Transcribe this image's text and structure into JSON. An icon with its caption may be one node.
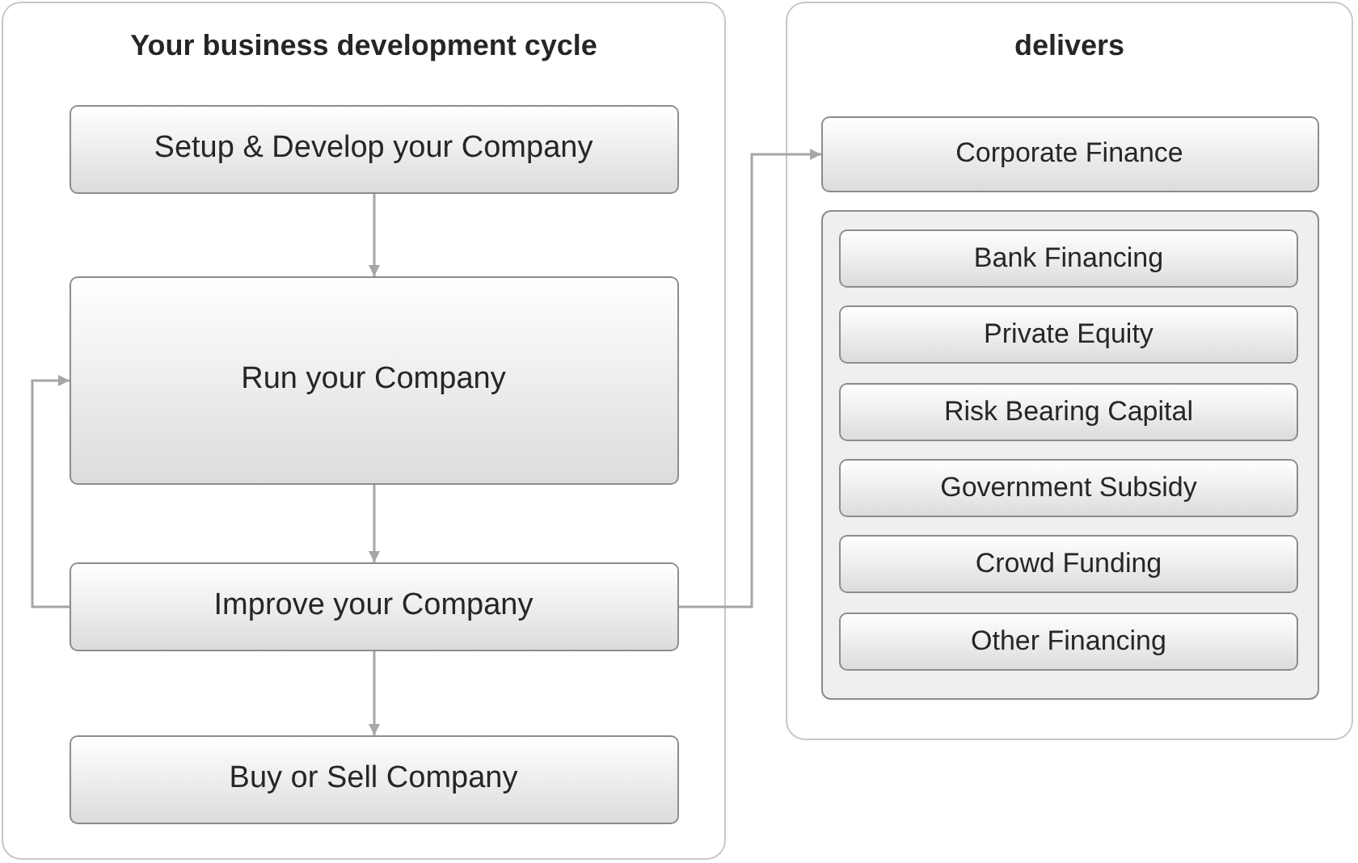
{
  "diagram": {
    "nodes": [
      {
        "text": [
          "Your business development cycle"
        ]
      },
      {
        "text": [
          "Setup & Develop your Company"
        ],
        "in": 0
      },
      {
        "text": [
          "Run your Company"
        ],
        "in": 0
      },
      {
        "text": [
          "Improve your Company"
        ],
        "in": 0
      },
      {
        "text": [
          "Buy or Sell Company"
        ],
        "in": 0
      },
      {
        "text": [
          "delivers"
        ]
      },
      {
        "text": [
          "Corporate Finance"
        ],
        "in": 5
      },
      {
        "text": [],
        "shape": "box",
        "in": 5
      },
      {
        "text": [
          "Bank Financing"
        ],
        "in": 7
      },
      {
        "text": [
          "Private Equity"
        ],
        "in": 7
      },
      {
        "text": [
          "Risk Bearing Capital"
        ],
        "in": 7
      },
      {
        "text": [
          "Government Subsidy"
        ],
        "in": 7
      },
      {
        "text": [
          "Crowd Funding"
        ],
        "in": 7
      },
      {
        "text": [
          "Other Financing"
        ],
        "in": 7
      }
    ],
    "edges": [
      {
        "from": 1,
        "to": 2,
        "arrow": "to"
      },
      {
        "from": 2,
        "to": 3,
        "arrow": "to"
      },
      {
        "from": 3,
        "to": 4,
        "arrow": "to"
      },
      {
        "from": 3,
        "to": 2,
        "arrow": "to"
      },
      {
        "from": 3,
        "to": 6,
        "arrow": "to"
      }
    ]
  }
}
